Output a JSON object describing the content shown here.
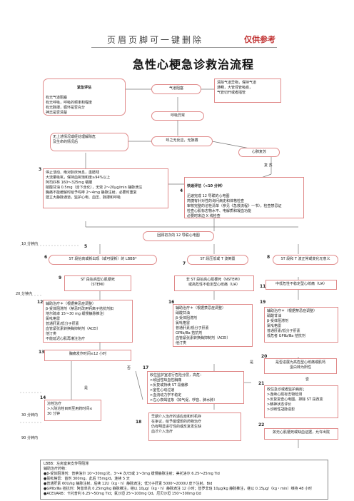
{
  "header": {
    "text": "页眉页脚可一键删除",
    "badge": "仅供参考"
  },
  "title": "急性心梗急诊救治流程",
  "boxes": {
    "emergency_assess_title": "紧急评估",
    "emergency_assess_body": "有无气道阻塞\n有无呼吸，呼吸的频率和程度\n有无脉搏，循环是否充分\n神志是否清楚",
    "airway_block": "气道阻塞",
    "airway_action": "清除气道异物，保持气道\n通畅，大管径管吸痰，\n气管切开或者插管",
    "breath_abnormal": "呼吸异常",
    "no_above": "无上述情况或经处理解除危\n及生命的情况后",
    "no_breath_pulse": "呼之无反应，无脉搏",
    "cpr": "心肺复苏",
    "step3": "停止活动、绝对卧床休息，患肢残\n大流量吸氧，保持血氧饱和度≥94%以上\n阿司匹林 160～325mg 嚼服\n硝酸甘油 0.5mg（舌下含化），无效 2～20μg/min 静脉滴注\n胸痛不能缓解时给予吗啡 2～4mg 静脉注射，必要时重复\n建立大静脉通道，监护心电、血压、脉搏和呼吸",
    "rapid_assess_title": "快速评估（<10 分钟）",
    "rapid_assess_body": "迅速完成 12 导联的心电图\n简捷有针对性的询问病史和体格检查\n审核完整的溶栓清单（参见《急救流程》一书），检查禁忌证\n检查心肌标志物水平、电解质和凝血功能\n必要时床边 X 线检查",
    "ecg_check": "回顾初次的 12 导联心电图",
    "branch6": "ST 段抬高或新出现（或可疑新）的 LBBB*",
    "branch7": "ST 段压低或 T 波倒置",
    "branch8": "ST 段和 T 波正常或变化无意义",
    "stemi": "ST 段抬高型心肌梗死\n（STEMI）",
    "nstemi": "非 ST 段抬高心肌梗死（NSTEMI）\n或高危性不稳定型心绞痛（UA）",
    "lowrisk": "中低危性不稳定型心绞痛（UA）",
    "box12": "辅助治疗＊（根据禁忌症调整）\nβ-受体阻滞剂（禁忌时改用钙离子拮抗剂如\n地尔硫卓 15～30 mg 缓慢静脉推注）\n氯吡格雷\n普通肝素/低分子肝素\n血管紧张素转换酶抑制剂（ACEI）\n他汀类\n不能延迟心肌再灌注治疗",
    "box_adjunct2": "辅助治疗＊（根据禁忌症调整）\n硝酸甘油\nβ-受体阻滞剂\n氯吡格雷\n普通肝素/低分子肝素\nGPⅡb/Ⅲa 拮抗剂\n血管紧张素转换酶抑制剂（ACEI）\n他汀类",
    "box_adjunct3": "辅助治疗＊（根据禁忌症调整）\n硝酸甘油\nβ-受体阻滞剂\n氯吡格雷\n普通肝素/低分子肝素\n低危者 GPⅡb/Ⅲa 拮抗剂",
    "box20": "是否进展为高危型心绞痛或肌钙\n蛋白转为阳性",
    "box13": "胸痛发作时间≤12 小时",
    "box14": "溶栓治疗\n>入院溶栓目到至用药时间≤\n30 分钟",
    "box17": "收住监护室进行危险分层，高危：\n>顽固性缺血性胸痛\n>反复或持续 ST 段偏移\n>室性心动过速\n>血流动力学不稳定\n>左心衰竭征象（如气促、啰音、肺水肿）",
    "box21": "收住急诊或者监护病房；\n>连续心肌标志物检测\n>反复复查心电图，排除 ST 段改变\n>精神状态评价\n>诊断性冠脉造影",
    "box18": "早期介入治疗的适应症和时机存\n在争议，给予最理想的药物治疗\n仍有明显进行性的或反复发生缺\n血才介入治疗",
    "box22": "如无心肌梗死或缺血证据，允许出院"
  },
  "labels": {
    "n3": "3",
    "n4": "4",
    "n5": "5",
    "n6": "6",
    "n7": "7",
    "n8": "8",
    "n9": "9",
    "n10": "10",
    "n11": "11",
    "n12": "12",
    "n13": "13",
    "n14": "14",
    "n16": "16",
    "n17": "17",
    "n18": "18",
    "n19": "19",
    "n20": "20",
    "n21": "21",
    "n22": "22",
    "t10min": "10 分钟内",
    "t20min": "20 分钟内",
    "t30min": "30 分钟内",
    "t90min": "90 分钟内",
    "no1": "否",
    "yes1": "是",
    "yes2": "是",
    "no2": "否",
    "restore": "复  苏"
  },
  "legend": "LBBB：左房室束支传导阻滞\n辅助治疗药物：\n●β-受体阻滞剂：普萘洛尔 10～30mg/次，3～4 次/日或 1～3mg 缓慢静脉注射；美托洛尔 6.25～25mg Tid\n●氯吡格雷：首剂 300mg，此后 75mg/d，连续 5 天\n●普通肝素 60U/kg 静脉注射，后续 12U（kg・h）静脉滴注；低分子肝素 5000～2000U 皮下注射，Bid\n●GPⅡb/Ⅲa 拮抗剂：阿昔单抗 0.25mg/kg 静脉推注，继以 10μg/（kg・h）静脉滴注 12 小时；替罗非班 10μg/kg 静脉推注，继以 0.15μg/（kg・min）维持 48 小时\n●ACEI/ARB：卡托普利 6.25～50mg Tid；氯沙坦 25～100mg Qd，厄贝沙坦 150～300mg Qd"
}
